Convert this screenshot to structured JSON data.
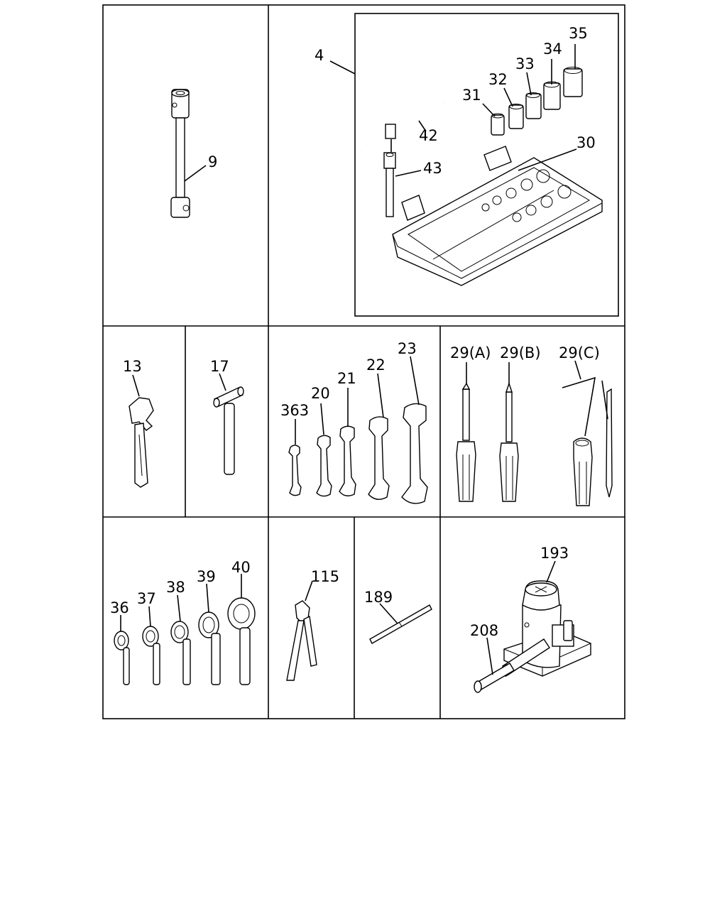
{
  "labels": {
    "p4": "4",
    "p9": "9",
    "p13": "13",
    "p17": "17",
    "p20": "20",
    "p21": "21",
    "p22": "22",
    "p23": "23",
    "p29a": "29(A)",
    "p29b": "29(B)",
    "p29c": "29(C)",
    "p30": "30",
    "p31": "31",
    "p32": "32",
    "p33": "33",
    "p34": "34",
    "p35": "35",
    "p36": "36",
    "p37": "37",
    "p38": "38",
    "p39": "39",
    "p40": "40",
    "p42": "42",
    "p43": "43",
    "p115": "115",
    "p189": "189",
    "p193": "193",
    "p208": "208",
    "p363": "363"
  }
}
